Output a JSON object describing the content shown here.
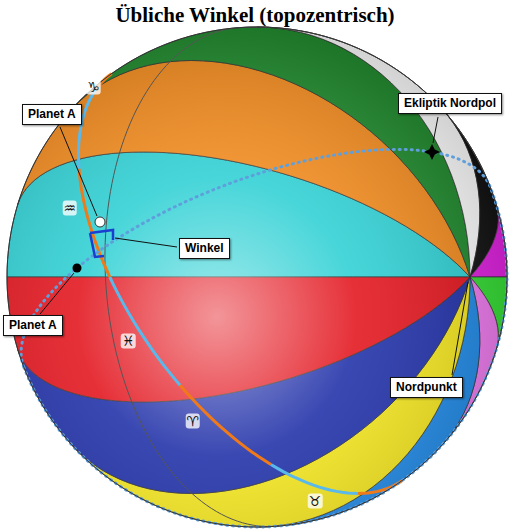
{
  "diagram": {
    "title": "Übliche Winkel (topozentrisch)",
    "nodes": [
      {
        "text": [
          "Ekliptik Nordpol"
        ]
      },
      {
        "text": [
          "Planet A"
        ]
      },
      {
        "text": [
          "Winkel"
        ]
      },
      {
        "text": [
          "Planet A"
        ]
      },
      {
        "text": [
          "Nordpunkt"
        ]
      }
    ],
    "labels": [
      "♑",
      "♒",
      "♓",
      "♈",
      "♉"
    ]
  }
}
